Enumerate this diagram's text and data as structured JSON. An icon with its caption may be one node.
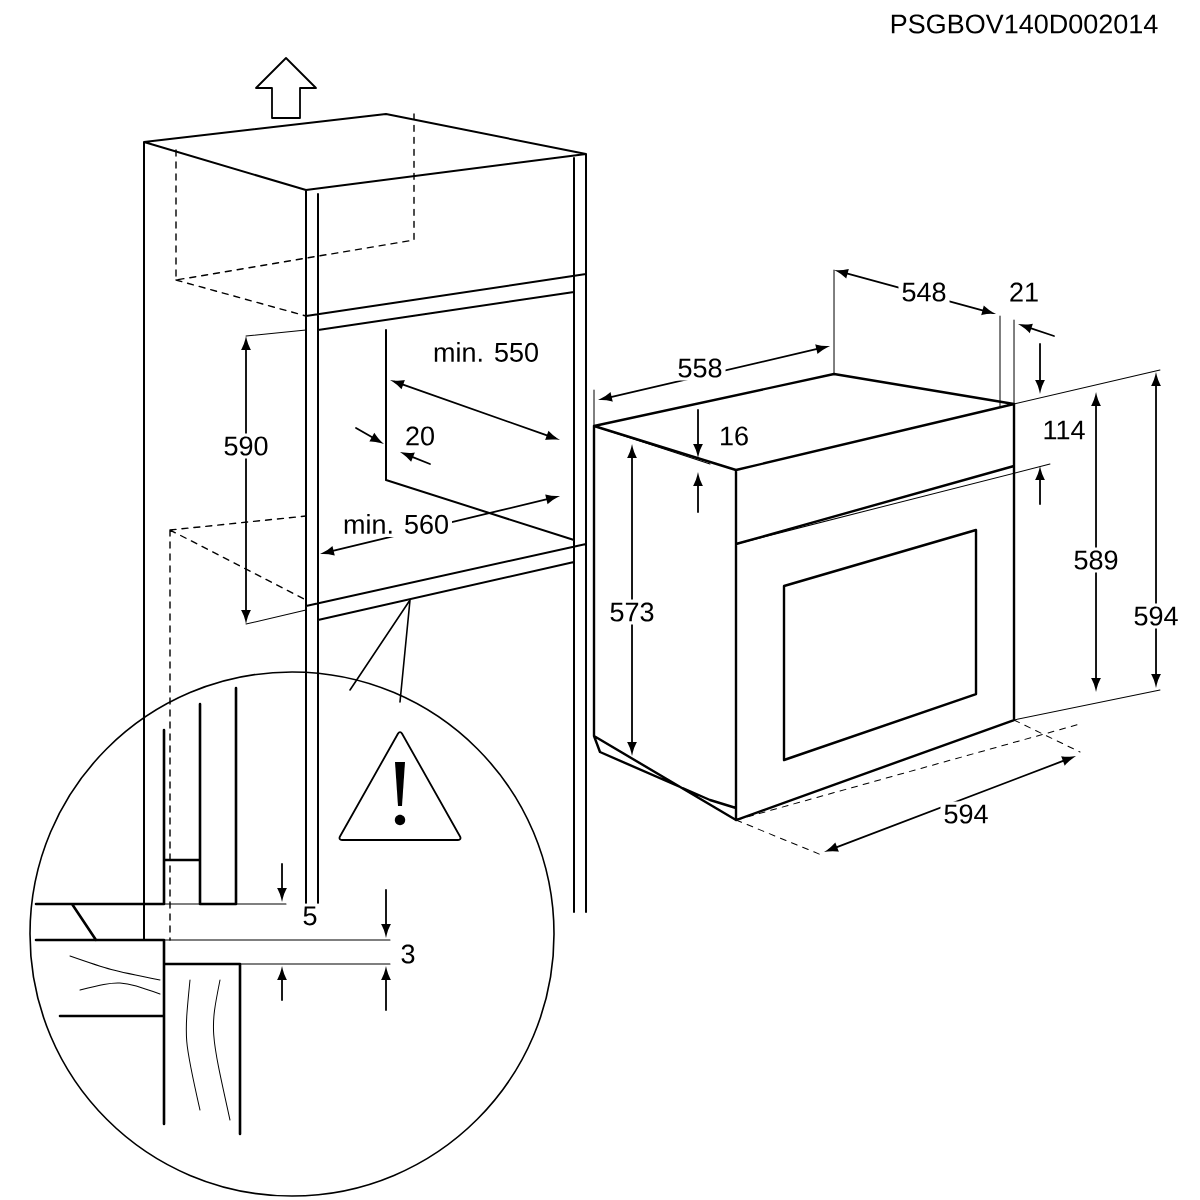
{
  "diagram": {
    "labels": [
      "PSGBOV140D002014",
      "548",
      "21",
      "558",
      "min. 550",
      "16",
      "114",
      "590",
      "20",
      "min. 560",
      "589",
      "573",
      "594",
      "594",
      "5",
      "3"
    ]
  }
}
